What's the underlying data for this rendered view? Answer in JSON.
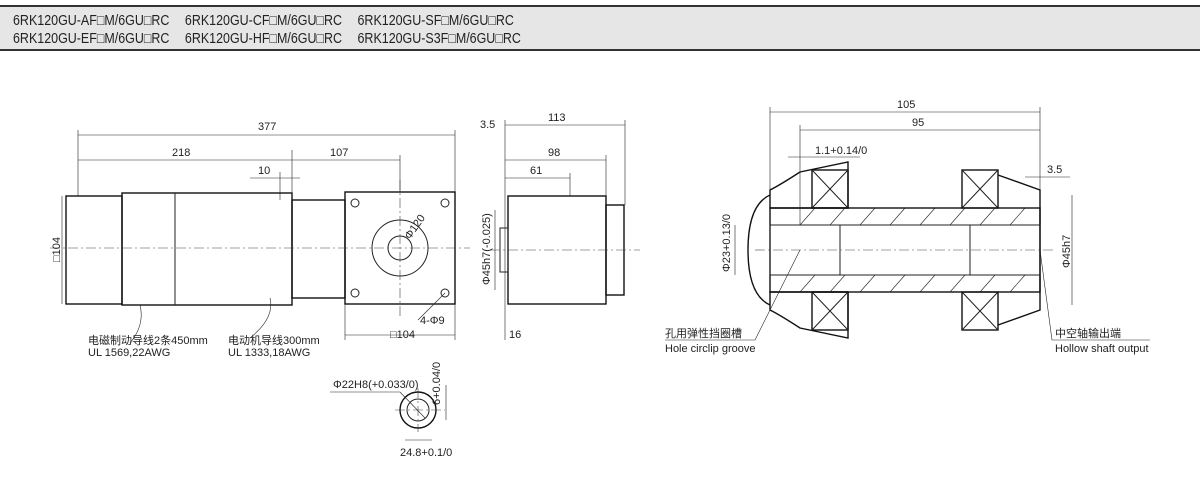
{
  "header": {
    "models_row1": [
      "6RK120GU-AF□M/6GU□RC",
      "6RK120GU-CF□M/6GU□RC",
      "6RK120GU-SF□M/6GU□RC"
    ],
    "models_row2": [
      "6RK120GU-EF□M/6GU□RC",
      "6RK120GU-HF□M/6GU□RC",
      "6RK120GU-S3F□M/6GU□RC"
    ]
  },
  "side_view": {
    "dim_total": "377",
    "dim_motor": "218",
    "dim_gear": "107",
    "dim_10": "10",
    "dim_square": "□104",
    "dim_phi120": "Φ120",
    "dim_square_bottom": "□104",
    "dim_holes": "4-Φ9",
    "brake_wire_cn": "电磁制动导线2条450mm",
    "brake_wire_en": "UL 1569,22AWG",
    "motor_wire_cn": "电动机导线300mm",
    "motor_wire_en": "UL 1333,18AWG"
  },
  "shaft_detail": {
    "bore": "Φ22H8(+0.033/0)",
    "key": "6+0.04/0",
    "key_depth": "24.8+0.1/0"
  },
  "end_view": {
    "dim_3_5": "3.5",
    "dim_113": "113",
    "dim_98": "98",
    "dim_61": "61",
    "dim_phi45": "Φ45h7(-0.025)",
    "dim_16": "16"
  },
  "section_view": {
    "dim_105": "105",
    "dim_95": "95",
    "dim_groove": "1.1+0.14/0",
    "dim_3_5": "3.5",
    "dim_phi23": "Φ23+0.13/0",
    "dim_phi45": "Φ45h7",
    "circlip_cn": "孔用弹性挡圈槽",
    "circlip_en": "Hole circlip groove",
    "hollow_cn": "中空轴输出端",
    "hollow_en": "Hollow shaft output"
  }
}
